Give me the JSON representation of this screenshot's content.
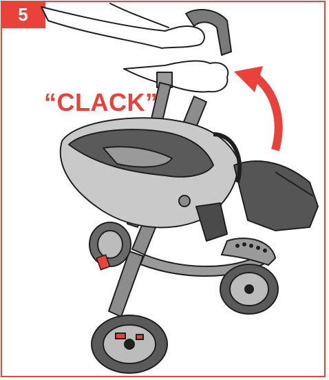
{
  "step": {
    "number": "5"
  },
  "sound_label": "“CLACK”",
  "colors": {
    "accent": "#e8423a",
    "outline": "#1f1f1f",
    "frame_grey": "#8c8c8c",
    "canopy_dark": "#555555",
    "seat_light": "#c9c9c9"
  },
  "icons": {
    "arrow": "curved-up-arrow",
    "product": "stroller-illustration"
  }
}
